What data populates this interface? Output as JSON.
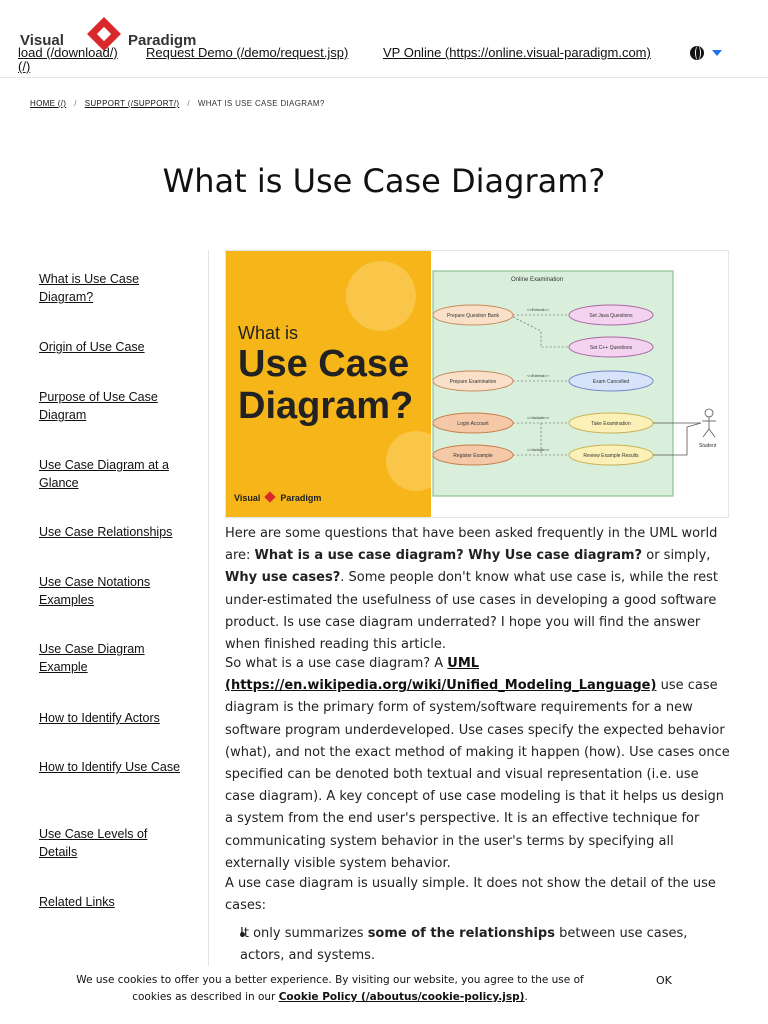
{
  "header": {
    "brand_word1": "Visual",
    "brand_word2": "Paradigm",
    "nav": {
      "download": "load (/download/)",
      "home": "(/)",
      "demo": "Request Demo (/demo/request.jsp)",
      "online": "VP Online (https://online.visual-paradigm.com)"
    },
    "accent_color": "#1a73e8",
    "brand_color": "#d8282b"
  },
  "breadcrumb": {
    "home": "HOME (/)",
    "support": "SUPPORT (/SUPPORT/)",
    "current": "WHAT IS USE CASE DIAGRAM?"
  },
  "page_title": "What is Use Case Diagram?",
  "sidebar": {
    "items": [
      {
        "label": "What is Use Case Diagram?"
      },
      {
        "label": "Origin of Use Case"
      },
      {
        "label": "Purpose of Use Case Diagram"
      },
      {
        "label": "Use Case Diagram at a Glance"
      },
      {
        "label": "Use Case Relationships"
      },
      {
        "label": "Use Case Notations Examples"
      },
      {
        "label": "Use Case Diagram Example"
      },
      {
        "label": "How to Identify Actors"
      },
      {
        "label": "How to Identify Use Case"
      },
      {
        "label": "Use Case Levels of Details"
      },
      {
        "label": "Related Links"
      }
    ]
  },
  "hero": {
    "what_is": "What is",
    "line1": "Use Case",
    "line2": "Diagram?",
    "brand": "Visual",
    "brand2": "Paradigm",
    "diagram": {
      "system": "Online Examination",
      "actor": "Student",
      "use_cases": [
        "Prepare Question Bank",
        "Set Java Questions",
        "Set C++ Questions",
        "Prepare Examination",
        "Exam Cancelled",
        "Login Account",
        "Take Examination",
        "Register Example",
        "Review Example Results"
      ],
      "extend": "<<Extend>>",
      "include": "<<Include>>"
    }
  },
  "article": {
    "p1_a": "Here are some questions that have been asked frequently in the UML world are: ",
    "p1_b": "What is a use case diagram? Why Use case diagram?",
    "p1_c": " or simply, ",
    "p1_d": "Why use cases?",
    "p1_e": ". Some people don't know what use case is, while the rest under-estimated the usefulness of use cases in developing a good software product. Is use case diagram underrated? I hope you will find the answer when finished reading this article.",
    "p2_a": "So what is a use case diagram? A ",
    "p2_link": "UML (https://en.wikipedia.org/wiki/Unified_Modeling_Language)",
    "p2_b": " use case diagram is the primary form of system/software requirements for a new software program underdeveloped. Use cases specify the expected behavior (what), and not the exact method of making it happen (how). Use cases once specified can be denoted both textual and visual representation (i.e. use case diagram). A key concept of use case modeling is that it helps us design a system from the end user's perspective. It is an effective technique for communicating system behavior in the user's terms by specifying all externally visible system behavior.",
    "p3": "A use case diagram is usually simple. It does not show the detail of the use cases:",
    "bullet1_a": "It only summarizes ",
    "bullet1_b": "some of the relationships",
    "bullet1_c": " between use cases, actors, and systems."
  },
  "cookie": {
    "text": "We use cookies to offer you a better experience. By visiting our website, you agree to the use of cookies as described in our ",
    "link": "Cookie Policy (/aboutus/cookie-policy.jsp)",
    "end": ".",
    "ok": "OK"
  }
}
